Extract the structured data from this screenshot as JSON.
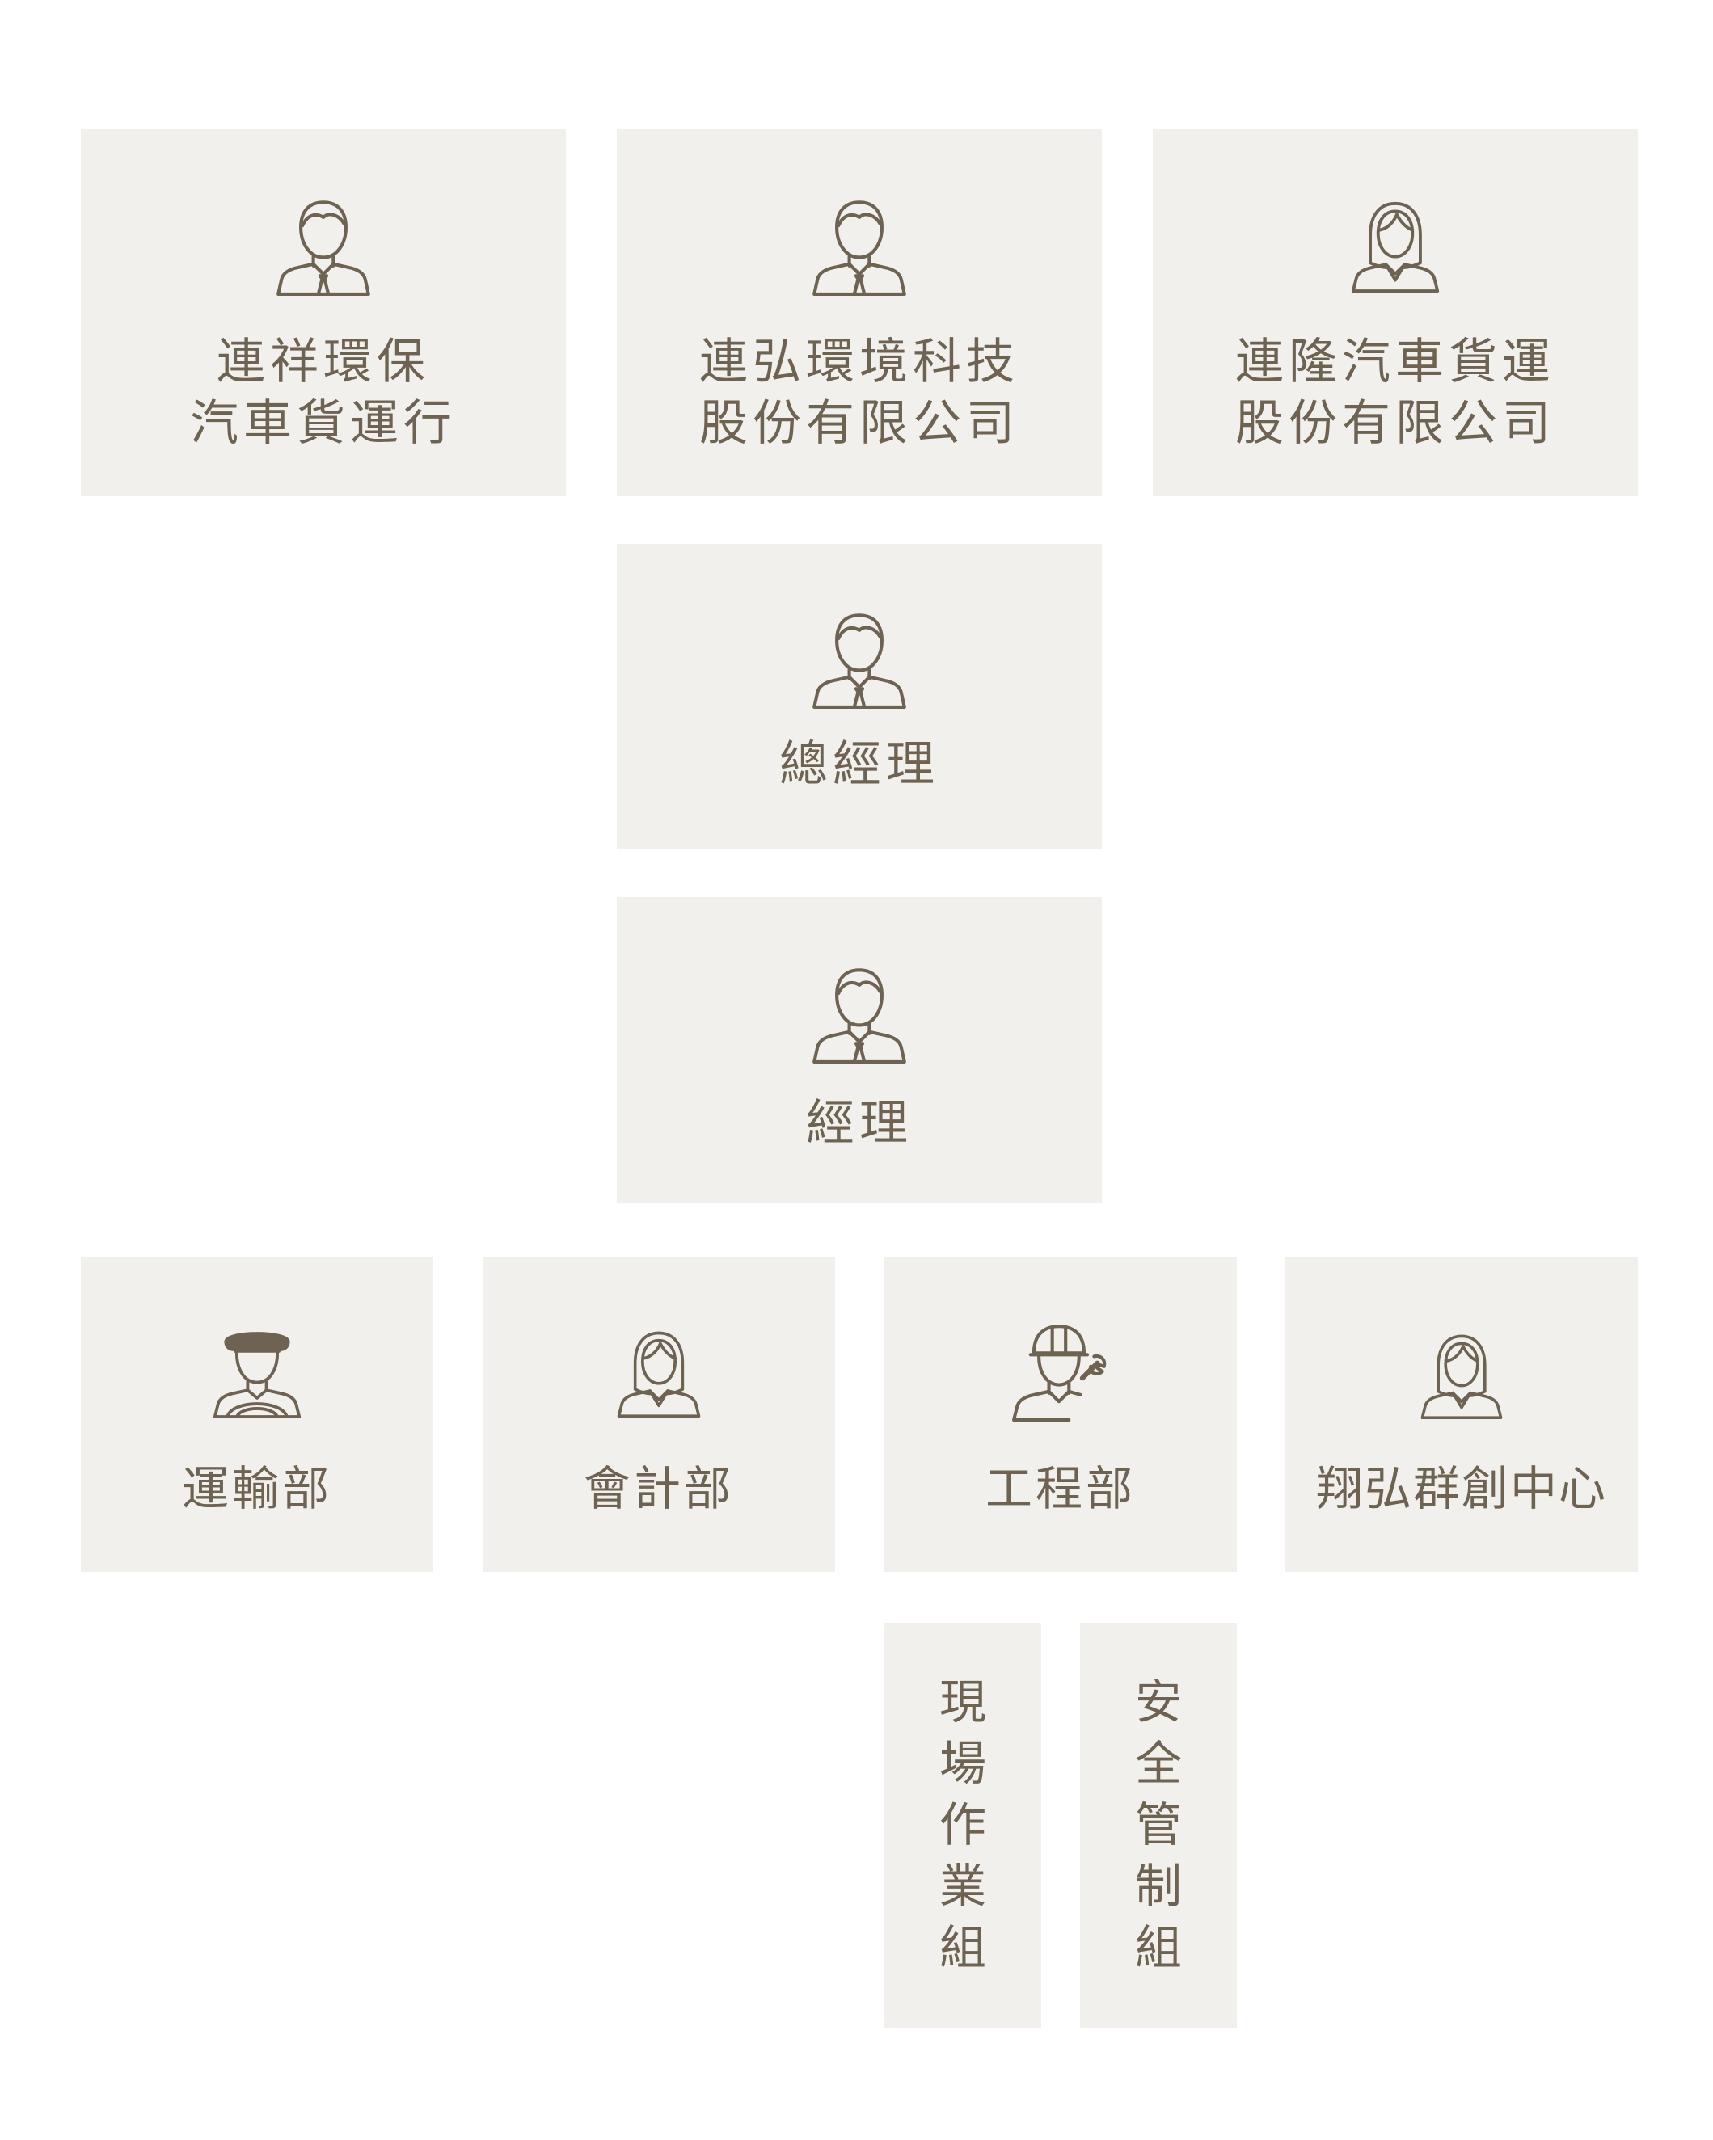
{
  "chart": {
    "companies": [
      {
        "line1": "連祥環保",
        "line2": "汽車貨運行",
        "icon": "businessman-icon"
      },
      {
        "line1": "連弘環境科技",
        "line2": "股份有限公司",
        "icon": "businessman-icon"
      },
      {
        "line1": "連隆汽車貨運",
        "line2": "股份有限公司",
        "icon": "businesswoman-icon"
      }
    ],
    "general_manager": {
      "label": "總經理",
      "icon": "businessman-icon"
    },
    "manager": {
      "label": "經理",
      "icon": "businessman-icon"
    },
    "departments": [
      {
        "label": "運輸部",
        "icon": "driver-icon"
      },
      {
        "label": "會計部",
        "icon": "woman-icon"
      },
      {
        "label": "工程部",
        "icon": "engineer-icon"
      },
      {
        "label": "翔弘群創中心",
        "icon": "woman-icon"
      }
    ],
    "sub_units": [
      {
        "label": "現場作業組"
      },
      {
        "label": "安全管制組"
      }
    ],
    "colors": {
      "box": "#f2f0ec",
      "ink": "#6e6352"
    }
  }
}
